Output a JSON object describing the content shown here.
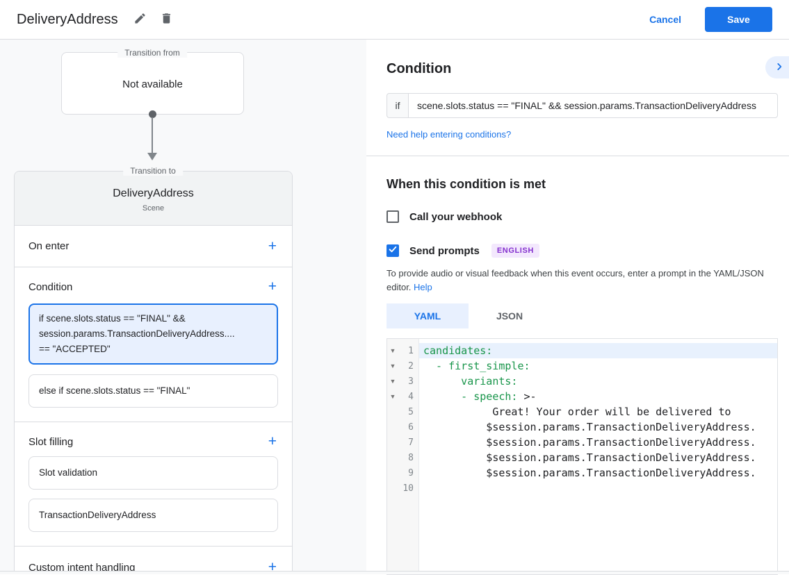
{
  "topbar": {
    "title": "DeliveryAddress",
    "cancel_label": "Cancel",
    "save_label": "Save"
  },
  "flow": {
    "transition_from": {
      "label": "Transition from",
      "value": "Not available"
    },
    "transition_to": {
      "label": "Transition to",
      "scene_name": "DeliveryAddress",
      "scene_type": "Scene"
    },
    "add_button_label": "+",
    "sections": {
      "on_enter": "On enter",
      "condition": "Condition",
      "slot_filling": "Slot filling",
      "custom_intent": "Custom intent handling"
    },
    "condition_cards": [
      {
        "selected": true,
        "lines": [
          "if scene.slots.status == \"FINAL\" &&",
          "session.params.TransactionDeliveryAddress....",
          "== \"ACCEPTED\""
        ]
      },
      {
        "selected": false,
        "lines": [
          "else if scene.slots.status == \"FINAL\""
        ]
      }
    ],
    "slot_cards": [
      "Slot validation",
      "TransactionDeliveryAddress"
    ]
  },
  "panel": {
    "condition_heading": "Condition",
    "if_label": "if",
    "if_value": "scene.slots.status == \"FINAL\" && session.params.TransactionDeliveryAddress",
    "help_link": "Need help entering conditions?",
    "when_heading": "When this condition is met",
    "webhook_label": "Call your webhook",
    "webhook_checked": false,
    "prompts_label": "Send prompts",
    "prompts_checked": true,
    "language_badge": "ENGLISH",
    "description": "To provide audio or visual feedback when this event occurs, enter a prompt in the YAML/JSON editor.",
    "description_link": "Help",
    "tabs": [
      {
        "label": "YAML",
        "active": true
      },
      {
        "label": "JSON",
        "active": false
      }
    ]
  },
  "editor": {
    "highlight_line": 1,
    "fold_lines": [
      1,
      2,
      3,
      4
    ],
    "lines": [
      {
        "n": 1,
        "parts": [
          [
            "k",
            "candidates:"
          ]
        ]
      },
      {
        "n": 2,
        "parts": [
          [
            "k",
            "  - first_simple:"
          ]
        ]
      },
      {
        "n": 3,
        "parts": [
          [
            "k",
            "      variants:"
          ]
        ]
      },
      {
        "n": 4,
        "parts": [
          [
            "k",
            "      - speech:"
          ],
          [
            "p",
            " >-"
          ]
        ]
      },
      {
        "n": 5,
        "parts": [
          [
            "p",
            "           Great! Your order will be delivered to"
          ]
        ]
      },
      {
        "n": 6,
        "parts": [
          [
            "p",
            "          $session.params.TransactionDeliveryAddress."
          ]
        ]
      },
      {
        "n": 7,
        "parts": [
          [
            "p",
            "          $session.params.TransactionDeliveryAddress."
          ]
        ]
      },
      {
        "n": 8,
        "parts": [
          [
            "p",
            "          $session.params.TransactionDeliveryAddress."
          ]
        ]
      },
      {
        "n": 9,
        "parts": [
          [
            "p",
            "          $session.params.TransactionDeliveryAddress."
          ]
        ]
      },
      {
        "n": 10,
        "parts": []
      }
    ]
  },
  "colors": {
    "accent": "#1a73e8",
    "yaml_key_green": "#18954a",
    "selected_card_bg": "#e8f0fe",
    "badge_bg": "#f3e8fd",
    "badge_text": "#8430ce"
  }
}
